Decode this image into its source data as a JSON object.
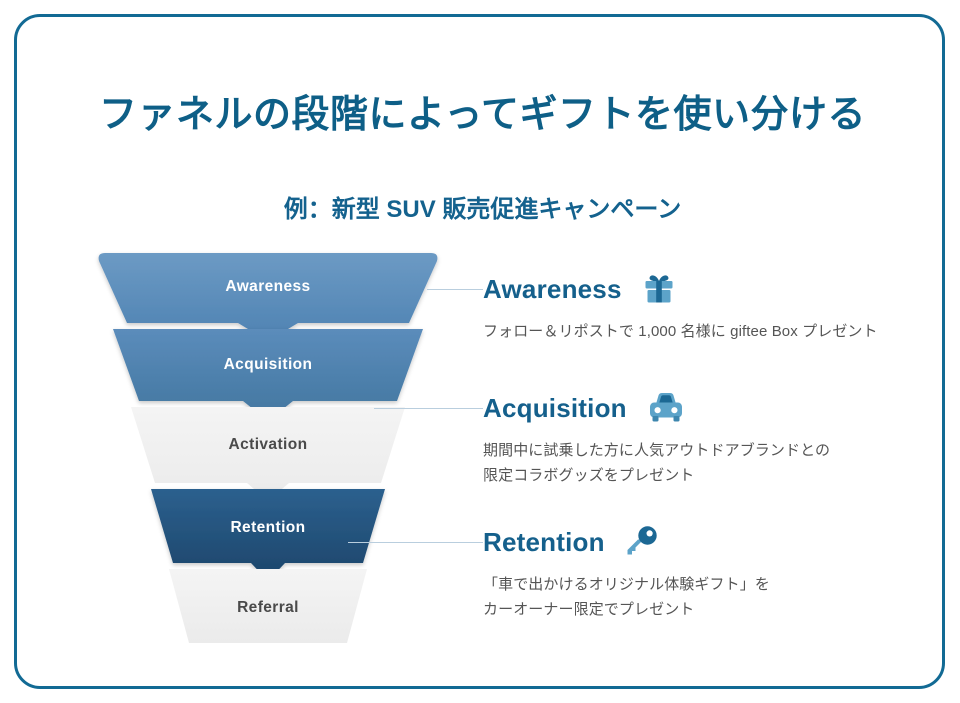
{
  "slide": {
    "title": "ファネルの段階によってギフトを使い分ける",
    "subtitle": "例：新型 SUV 販売促進キャンペーン",
    "border_color": "#126A94",
    "title_color": "#0E5F87",
    "background": "#ffffff"
  },
  "funnel": {
    "stages": [
      {
        "label": "Awareness",
        "fill": "#5A8CBC",
        "text_color": "#ffffff",
        "highlighted": true
      },
      {
        "label": "Acquisition",
        "fill": "#4A7FB0",
        "text_color": "#ffffff",
        "highlighted": true
      },
      {
        "label": "Activation",
        "fill": "#F0F0F0",
        "text_color": "#4A4A4A",
        "highlighted": false
      },
      {
        "label": "Retention",
        "fill": "#23527C",
        "text_color": "#ffffff",
        "highlighted": true
      },
      {
        "label": "Referral",
        "fill": "#F0F0F0",
        "text_color": "#4A4A4A",
        "highlighted": false
      }
    ]
  },
  "stages": [
    {
      "key": "awareness",
      "title": "Awareness",
      "icon": "gift-icon",
      "description": "フォロー＆リポストで 1,000 名様に giftee Box プレゼント"
    },
    {
      "key": "acquisition",
      "title": "Acquisition",
      "icon": "car-icon",
      "description": "期間中に試乗した方に人気アウトドアブランドとの\n限定コラボグッズをプレゼント"
    },
    {
      "key": "retention",
      "title": "Retention",
      "icon": "key-icon",
      "description": "「車で出かけるオリジナル体験ギフト」を\nカーオーナー限定でプレゼント"
    }
  ],
  "colors": {
    "accent": "#15608C",
    "icon_light": "#5CA3C9",
    "icon_dark": "#1C6894",
    "connector": "#B9CEDE",
    "description_text": "#555555"
  }
}
